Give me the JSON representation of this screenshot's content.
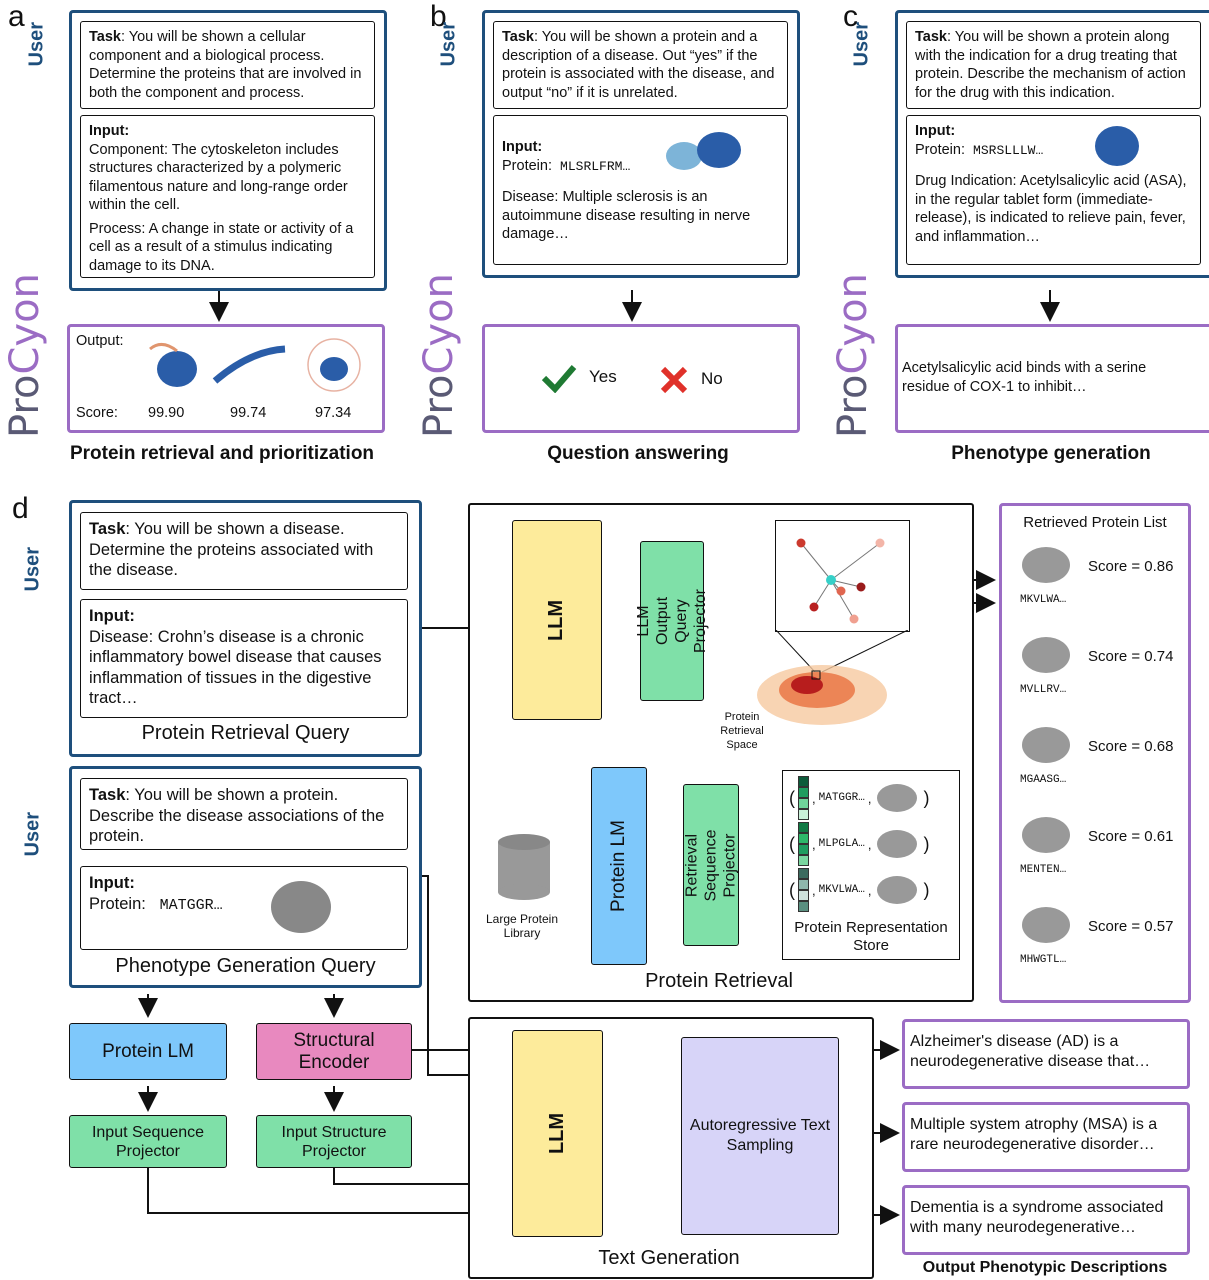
{
  "panels": {
    "a": "a",
    "b": "b",
    "c": "c",
    "d": "d"
  },
  "user_label": "User",
  "procyon": {
    "pro": "Pro",
    "cyon": "Cyon"
  },
  "task_prefix": "Task",
  "input_label": "Input:",
  "a": {
    "task": ": You will be shown a cellular component and a biological process. Determine the proteins that are involved in both the component and process.",
    "component": "Component: The cytoskeleton includes structures characterized by a polymeric filamentous nature and long-range order within the cell.",
    "process": "Process: A change in state or activity of a cell as a result of a stimulus indicating damage to its DNA.",
    "output_label": "Output:",
    "score_label": "Score:",
    "scores": [
      "99.90",
      "99.74",
      "97.34"
    ],
    "caption": "Protein retrieval and prioritization"
  },
  "b": {
    "task": ": You will be shown a protein and a description of a disease. Out “yes” if the protein is associated with the disease, and output “no” if it is unrelated.",
    "protein_label": "Protein:",
    "protein_seq": "MLSRLFRM…",
    "disease": "Disease: Multiple sclerosis is an autoimmune disease resulting in nerve damage…",
    "yes": "Yes",
    "no": "No",
    "caption": "Question answering"
  },
  "c": {
    "task": ": You will be shown a protein along with the indication for a drug treating that protein. Describe the mechanism of action for the drug with this indication.",
    "protein_label": "Protein:",
    "protein_seq": "MSRSLLLW…",
    "drug": "Drug Indication: Acetylsalicylic acid (ASA), in the regular tablet form (immediate-release), is indicated to relieve pain, fever, and inflammation…",
    "output": "Acetylsalicylic acid binds with a serine residue of COX-1 to inhibit…",
    "caption": "Phenotype generation"
  },
  "d": {
    "query1": {
      "task": ": You will be shown a disease. Determine the proteins associated with the disease.",
      "input": "Disease: Crohn’s disease is a chronic inflammatory bowel disease that causes inflammation of tissues in the digestive tract…",
      "title": "Protein Retrieval Query"
    },
    "query2": {
      "task": ": You will be shown a protein. Describe the disease associations of the protein.",
      "protein_label": "Protein:",
      "protein_seq": "MATGGR…",
      "title": "Phenotype Generation Query"
    },
    "retrieval": {
      "title": "Protein Retrieval",
      "llm": "LLM",
      "query_projector": "LLM Output Query Projector",
      "protein_lm": "Protein LM",
      "seq_projector": "Retrieval Sequence Projector",
      "library": "Large Protein Library",
      "space": "Protein Retrieval Space",
      "store_title": "Protein Representation Store",
      "store": [
        "MATGGR…",
        "MLPGLA…",
        "MKVLWA…"
      ]
    },
    "retrieved": {
      "title": "Retrieved Protein List",
      "items": [
        {
          "seq": "MKVLWA…",
          "score": "Score = 0.86"
        },
        {
          "seq": "MVLLRV…",
          "score": "Score = 0.74"
        },
        {
          "seq": "MGAASG…",
          "score": "Score = 0.68"
        },
        {
          "seq": "MENTEN…",
          "score": "Score = 0.61"
        },
        {
          "seq": "MHWGTL…",
          "score": "Score = 0.57"
        }
      ]
    },
    "generation": {
      "title": "Text Generation",
      "protein_lm": "Protein LM",
      "structural_encoder": "Structural Encoder",
      "input_seq_projector": "Input Sequence Projector",
      "input_struct_projector": "Input Structure Projector",
      "llm": "LLM",
      "sampling": "Autoregressive Text Sampling",
      "outputs": [
        "Alzheimer's disease (AD) is a neurodegenerative disease that…",
        "Multiple system atrophy (MSA) is a rare neurodegenerative disorder…",
        "Dementia is a syndrome associated with many neurodegenerative…"
      ],
      "outputs_title": "Output Phenotypic Descriptions"
    }
  },
  "colors": {
    "user": "#1e4f7c",
    "procyon": "#9b6cc4",
    "llm": "#fdeb9b",
    "projector": "#7fe0a8",
    "protein_lm": "#7ec8fb",
    "structural": "#e889bf",
    "sampling": "#d7d4f8",
    "yes": "#1f7a33",
    "no": "#e0312a"
  }
}
